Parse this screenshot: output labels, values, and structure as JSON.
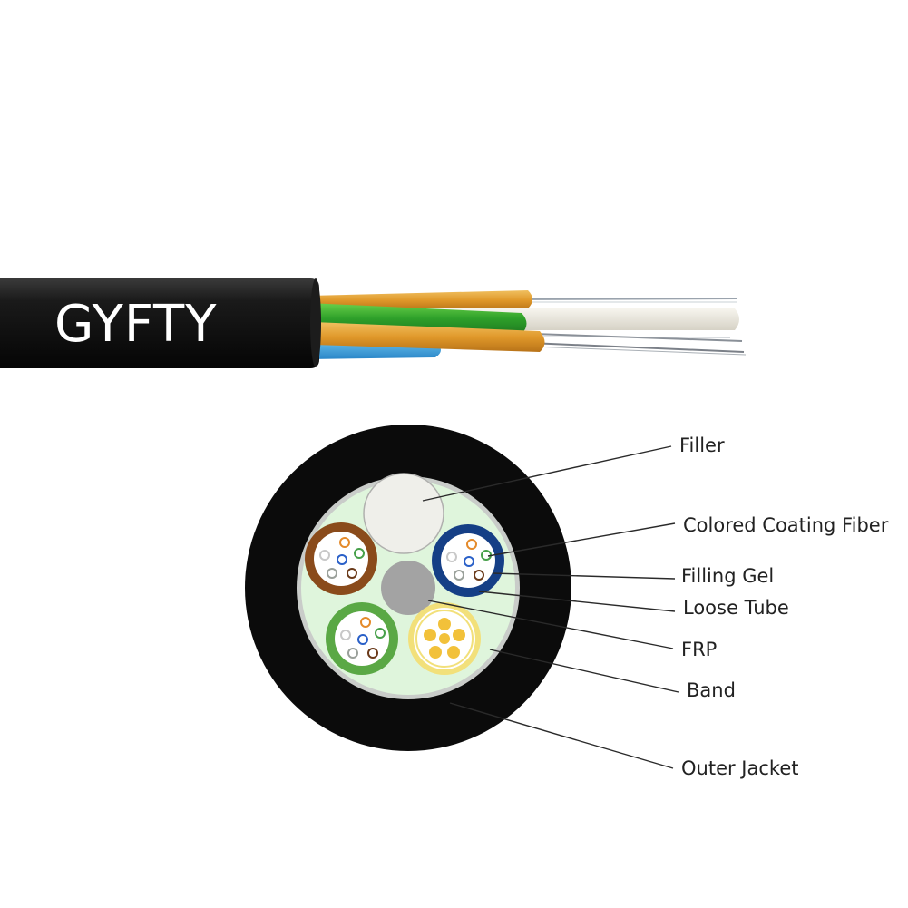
{
  "cable": {
    "brand_label": "GYFTY"
  },
  "labels": {
    "filler": "Filler",
    "colored_coating_fiber": "Colored Coating Fiber",
    "filling_gel": "Filling Gel",
    "loose_tube": "Loose Tube",
    "frp": "FRP",
    "band": "Band",
    "outer_jacket": "Outer Jacket"
  },
  "colors": {
    "jacket": "#0b0b0b",
    "band": "#c9ccc9",
    "filling_gel": "#dff5dc",
    "filler": "#eeeeea",
    "frp": "#a3a3a3",
    "tube_brown": "#8a4b1b",
    "tube_blue": "#153f86",
    "tube_green": "#5aa845",
    "tube_yellow": "#f2e07a"
  }
}
